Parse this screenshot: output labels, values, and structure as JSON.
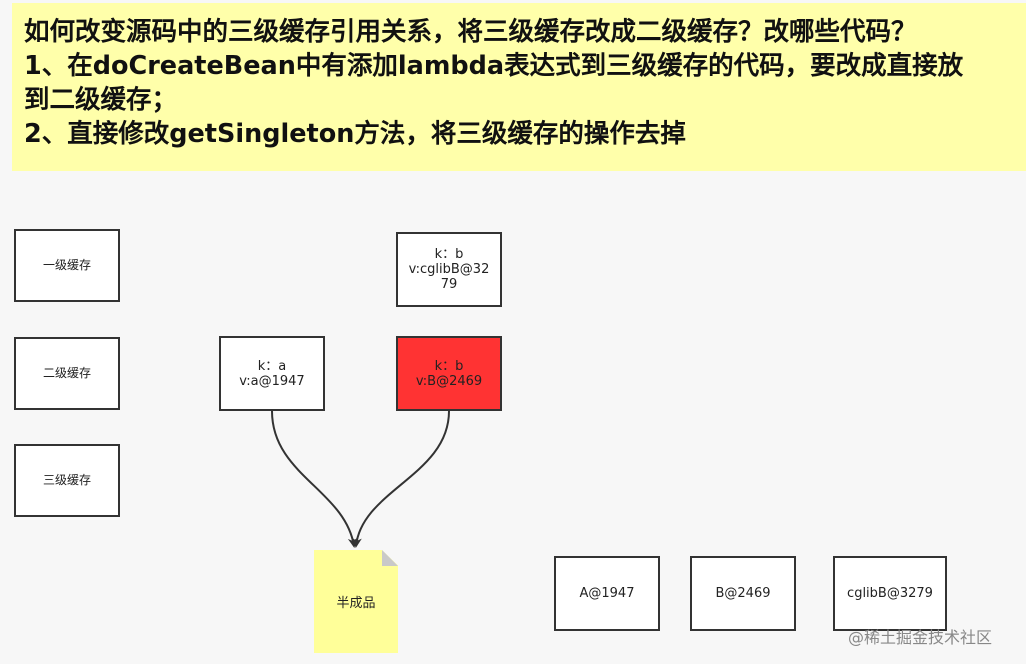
{
  "note": {
    "lines": [
      "如何改变源码中的三级缓存引用关系，将三级缓存改成二级缓存？改哪些代码？",
      "1、在doCreateBean中有添加lambda表达式到三级缓存的代码，要改成直接放",
      "到二级缓存；",
      "2、直接修改getSingleton方法，将三级缓存的操作去掉"
    ]
  },
  "caches": [
    "一级缓存",
    "二级缓存",
    "三级缓存"
  ],
  "entry_b_cglib": {
    "k": "k：b",
    "v_line1": "v:cglibB@32",
    "v_line2": "79"
  },
  "entry_a": {
    "k": "k：a",
    "v": "v:a@1947"
  },
  "entry_b": {
    "k": "k：b",
    "v": "v:B@2469",
    "color": "#ff3333"
  },
  "half_finished": "半成品",
  "objects": [
    "A@1947",
    "B@2469",
    "cglibB@3279"
  ],
  "watermark": "@稀土掘金技术社区",
  "colors": {
    "note_bg": "#ffffaa",
    "half_bg": "#ffff99",
    "highlight": "#ff3333"
  }
}
